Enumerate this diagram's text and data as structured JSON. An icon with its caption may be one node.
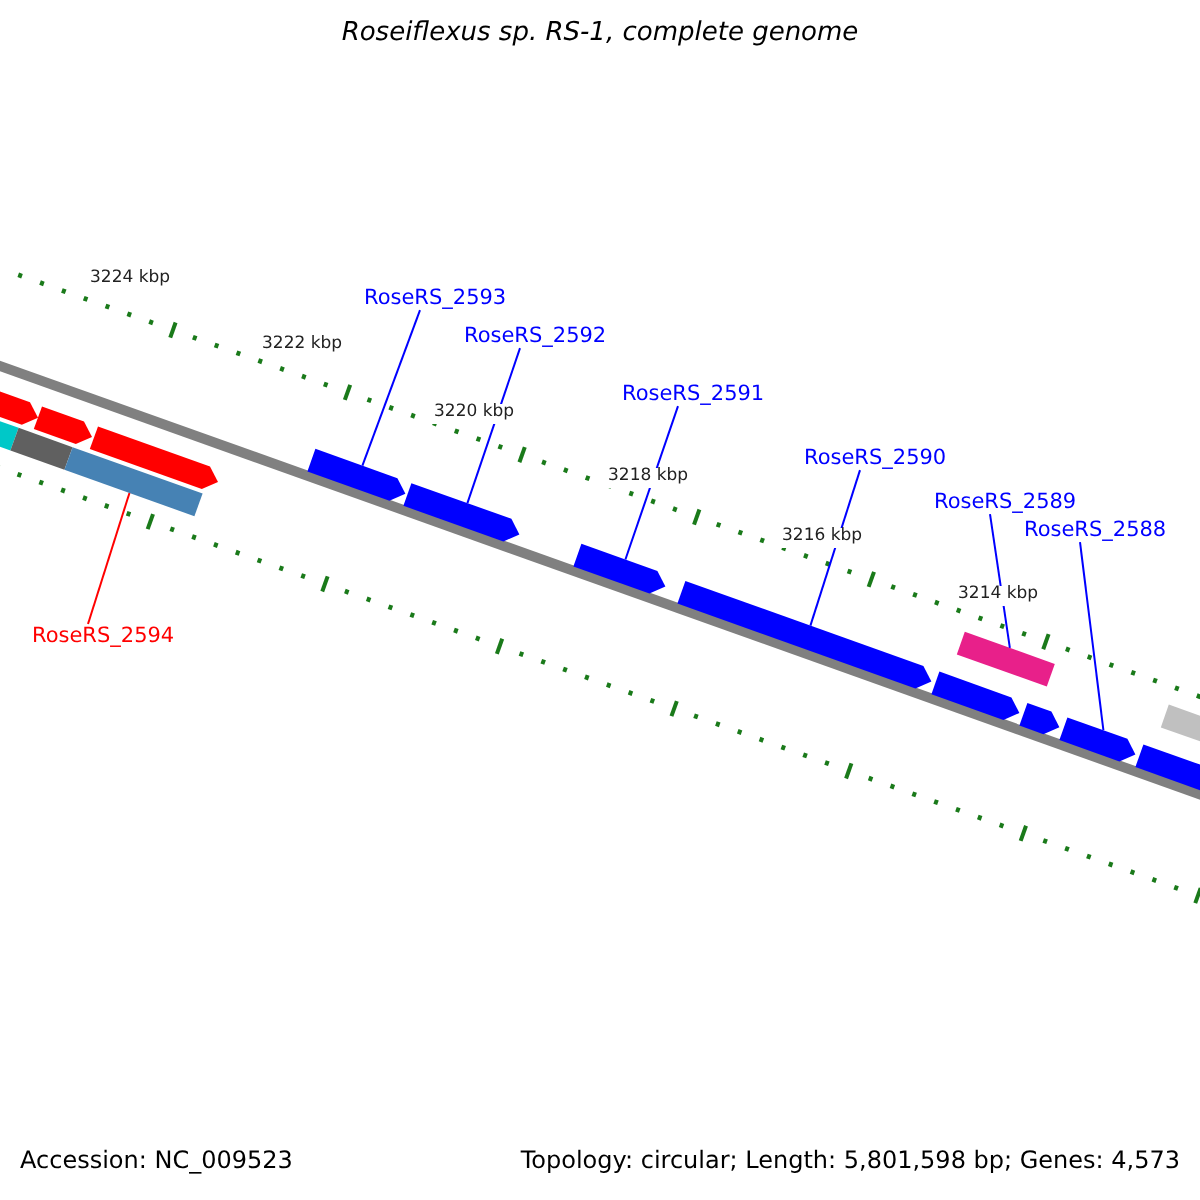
{
  "diagram": {
    "title": "Roseiflexus sp. RS-1, complete genome",
    "nodes": [
      {
        "text": [
          "RoseRS_2593"
        ]
      },
      {
        "text": [
          "RoseRS_2592"
        ]
      },
      {
        "text": [
          "RoseRS_2591"
        ]
      },
      {
        "text": [
          "RoseRS_2590"
        ]
      },
      {
        "text": [
          "RoseRS_2589"
        ]
      },
      {
        "text": [
          "RoseRS_2588"
        ]
      },
      {
        "text": [
          "RoseRS_2594"
        ]
      },
      {
        "text": [],
        "shape": "arrow"
      },
      {
        "text": [],
        "shape": "bar"
      },
      {
        "text": [],
        "shape": "bar"
      },
      {
        "text": [],
        "shape": "arrow"
      },
      {
        "text": [],
        "shape": "bar"
      },
      {
        "text": [],
        "shape": "arrow"
      },
      {
        "text": [],
        "shape": "arrow"
      },
      {
        "text": [],
        "shape": "arrow"
      },
      {
        "text": [],
        "shape": "arrow"
      },
      {
        "text": [],
        "shape": "arrow"
      },
      {
        "text": [],
        "shape": "arrow"
      },
      {
        "text": [],
        "shape": "bar"
      },
      {
        "text": [],
        "shape": "arrow"
      },
      {
        "text": [],
        "shape": "arrow"
      },
      {
        "text": [],
        "shape": "arrow"
      },
      {
        "text": [],
        "shape": "bar"
      }
    ],
    "edges": [
      {
        "from": 0,
        "to": 13,
        "arrow": "none"
      },
      {
        "from": 1,
        "to": 14,
        "arrow": "none"
      },
      {
        "from": 2,
        "to": 15,
        "arrow": "none"
      },
      {
        "from": 3,
        "to": 16,
        "arrow": "none"
      },
      {
        "from": 4,
        "to": 18,
        "arrow": "none"
      },
      {
        "from": 5,
        "to": 20,
        "arrow": "none"
      },
      {
        "from": 6,
        "to": 11,
        "arrow": "none",
        "color": "#ff0000"
      }
    ],
    "labels": [
      "3224 kbp",
      "3222 kbp",
      "3220 kbp",
      "3218 kbp",
      "3216 kbp",
      "3214 kbp",
      "Accession: NC_009523",
      "Topology: circular; Length: 5,801,598 bp; Genes: 4,573"
    ]
  }
}
